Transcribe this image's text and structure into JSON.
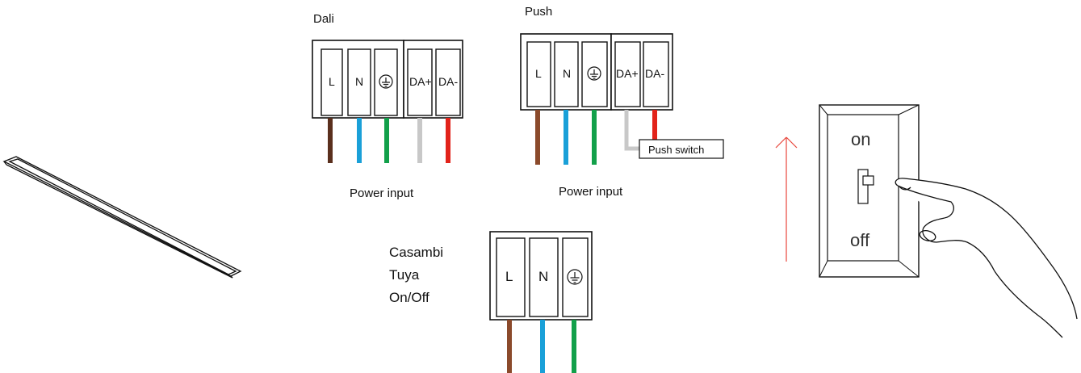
{
  "colors": {
    "brown": "#8b4a2b",
    "dark_brown": "#5a2f1d",
    "blue": "#1aa0d8",
    "green": "#12a04a",
    "grey": "#c8c8c8",
    "red": "#e2231a",
    "arrow_red": "#e8463c",
    "line": "#111111"
  },
  "dali": {
    "title": "Dali",
    "terminals": [
      "L",
      "N",
      "earth-icon",
      "DA+",
      "DA-"
    ],
    "caption": "Power input"
  },
  "push": {
    "title": "Push",
    "terminals": [
      "L",
      "N",
      "earth-icon",
      "DA+",
      "DA-"
    ],
    "switch_label": "Push switch",
    "caption": "Power input"
  },
  "casambi": {
    "labels": [
      "Casambi",
      "Tuya",
      "On/Off"
    ],
    "terminals": [
      "L",
      "N",
      "earth-icon"
    ]
  },
  "wall_switch": {
    "on_label": "on",
    "off_label": "off"
  },
  "icons": [
    "linear-light-fixture-icon",
    "earth-ground-icon",
    "up-arrow-icon",
    "hand-icon",
    "wall-switch-icon"
  ]
}
